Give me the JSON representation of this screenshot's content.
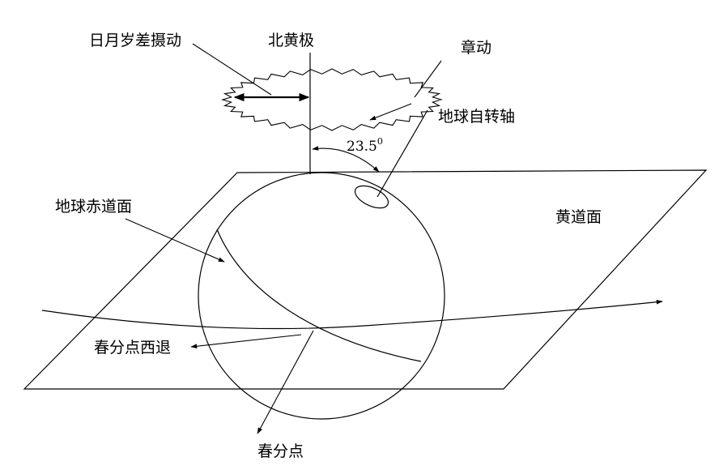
{
  "labels": {
    "lunisolar_precession": "日月岁差摄动",
    "north_ecliptic_pole": "北黄极",
    "nutation": "章动",
    "earth_rotation_axis": "地球自转轴",
    "angle_value": "23.5",
    "angle_unit": "0",
    "earth_equatorial_plane": "地球赤道面",
    "ecliptic_plane": "黄道面",
    "vernal_equinox_westward": "春分点西退",
    "vernal_equinox": "春分点"
  },
  "colors": {
    "line": "#000000",
    "background": "#ffffff"
  }
}
